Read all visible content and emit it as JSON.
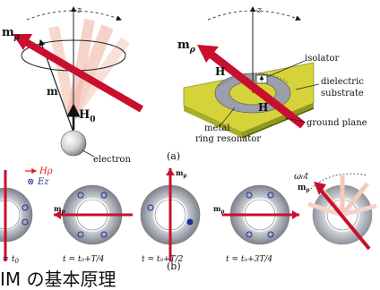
{
  "panel_a": {
    "vector_m_rho": "m",
    "vector_m_rho_sub": "ρ",
    "vector_m": "m",
    "vector_H0": "H",
    "vector_H0_sub": "0",
    "axis_z_left": "z",
    "axis_z_right": "z",
    "electron_label": "electron",
    "right_m_rho": "m",
    "right_m_rho_sub": "ρ",
    "H_label_1": "H",
    "H_label_2": "H",
    "isolator_label": "isolator",
    "dielectric_label_1": "dielectric",
    "dielectric_label_2": "substrate",
    "ground_plane_label": "ground plane",
    "metal_label_1": "metal",
    "metal_label_2": "ring resonator",
    "caption": "(a)"
  },
  "panel_b": {
    "legend_H": "Hρ",
    "legend_E": "Ez",
    "legend_E_symbol": "⊗",
    "ring_m_rho": "m",
    "ring_m_rho_sub": "ρ",
    "times": [
      "t = t",
      "t = t₀+T/4",
      "t = t₀+T/2",
      "t = t₀+3T/4"
    ],
    "time_first_sub": "0",
    "omega_label": "ω₀t",
    "caption": "(b)"
  },
  "bottom_text": "IM の基本原理",
  "colors": {
    "arrow_red": "#c8102e",
    "arrow_fade": "#f0b7a8",
    "ring_gray": "#8a8f99",
    "substrate": "#d6d23a",
    "substrate_side": "#8d9a1e",
    "ground_plane": "#6b7a1a",
    "E_blue": "#1a2f9c"
  }
}
